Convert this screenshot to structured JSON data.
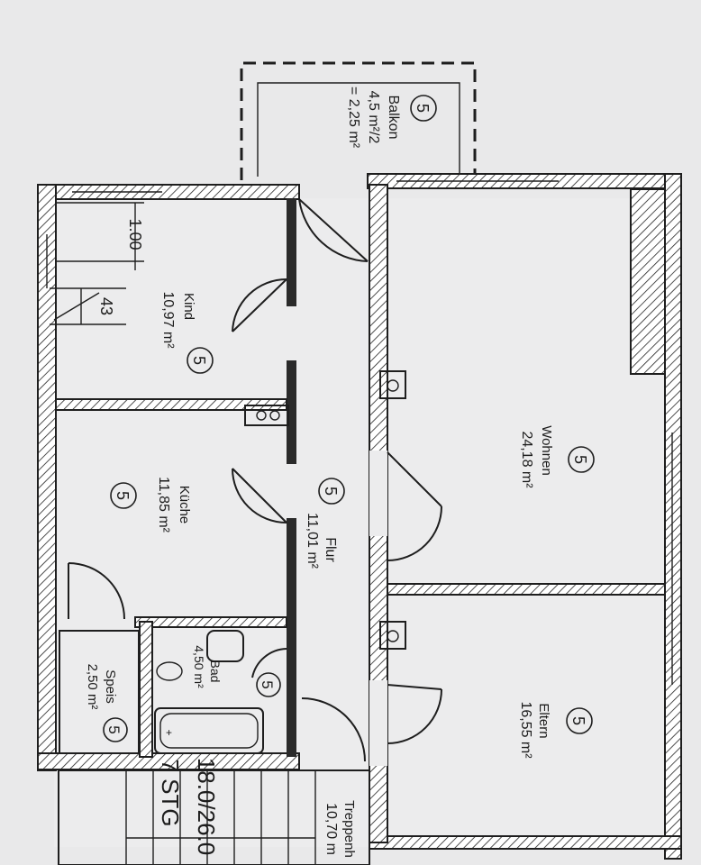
{
  "rooms": {
    "balkon": {
      "name": "Balkon",
      "area": "4,5 m²/2",
      "effective": "= 2,25 m²",
      "marker": "5"
    },
    "kind": {
      "name": "Kind",
      "area": "10,97 m²",
      "marker": "5"
    },
    "kueche": {
      "name": "Küche",
      "area": "11,85 m²",
      "marker": "5"
    },
    "flur": {
      "name": "Flur",
      "area": "11,01 m²",
      "marker": "5"
    },
    "speis": {
      "name": "Speis",
      "area": "2,50 m²",
      "marker": "5"
    },
    "bad": {
      "name": "Bad",
      "area": "4,50 m²",
      "marker": "5"
    },
    "wohnen": {
      "name": "Wohnen",
      "area": "24,18 m²",
      "marker": "5"
    },
    "eltern": {
      "name": "Eltern",
      "area": "16,55 m²",
      "marker": "5"
    },
    "treppenhaus": {
      "name": "Treppenh",
      "area": "10,70 m"
    }
  },
  "dimensions": {
    "window_parapet": "1.00",
    "window_width": "43"
  },
  "stair": {
    "label": "7 STG",
    "size": "18.0/26.0"
  }
}
